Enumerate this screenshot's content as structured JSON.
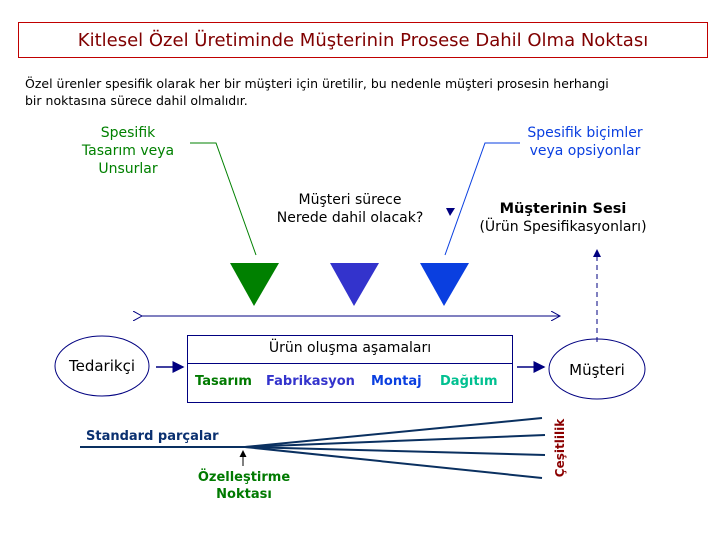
{
  "title": "Kitlesel Özel Üretiminde Müşterinin Prosese Dahil Olma Noktası",
  "intro": [
    "Özel ürenler spesifik olarak her bir müşteri için üretilir, bu nedenle müşteri prosesin herhangi",
    "bir noktasına sürece dahil olmalıdır."
  ],
  "green_label": [
    "Spesifik",
    "Tasarım veya",
    "Unsurlar"
  ],
  "blue_label": [
    "Spesifik biçimler",
    "veya opsiyonlar"
  ],
  "question": [
    "Müşteri sürece",
    "Nerede dahil olacak?"
  ],
  "voice": {
    "title": "Müşterinin Sesi",
    "subtitle": "(Ürün Spesifikasyonları)"
  },
  "supplier": "Tedarikçi",
  "customer": "Müşteri",
  "stages": {
    "header": "Ürün oluşma aşamaları",
    "items": [
      {
        "label": "Tasarım",
        "color": "#007a00"
      },
      {
        "label": "Fabrikasyon",
        "color": "#3333cc"
      },
      {
        "label": "Montaj",
        "color": "#0a3fe0"
      },
      {
        "label": "Dağıtım",
        "color": "#00c090"
      }
    ]
  },
  "standard_parts": "Standard parçalar",
  "customization_point": [
    "Özelleştirme",
    "Noktası"
  ],
  "variety": "Çeşitlilik"
}
